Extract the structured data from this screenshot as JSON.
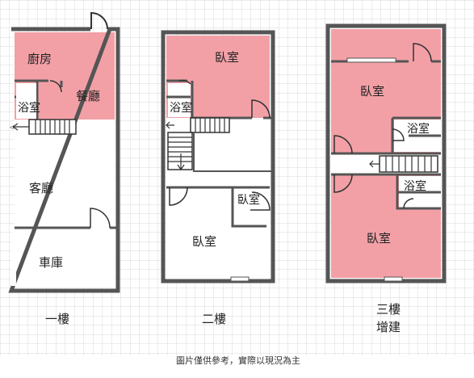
{
  "floor1": {
    "rooms": {
      "kitchen": "廚房",
      "dining": "餐廳",
      "bath": "浴室",
      "living": "客廳",
      "garage": "車庫"
    },
    "caption": "一樓"
  },
  "floor2": {
    "rooms": {
      "bedroom_front": "臥室",
      "bath": "浴室",
      "bedroom_small": "臥室",
      "bedroom_back": "臥室"
    },
    "caption": "二樓"
  },
  "floor3": {
    "rooms": {
      "bedroom_front": "臥室",
      "bath_upper": "浴室",
      "bath_lower": "浴室",
      "bedroom_back": "臥室"
    },
    "caption_line1": "三樓",
    "caption_line2": "增建"
  },
  "note": "圖片僅供參考，實際以現況為主",
  "colors": {
    "room_fill": "#f2a0a6",
    "grid": "#d9d9d9",
    "wall": "#555555",
    "door": "#333333"
  }
}
